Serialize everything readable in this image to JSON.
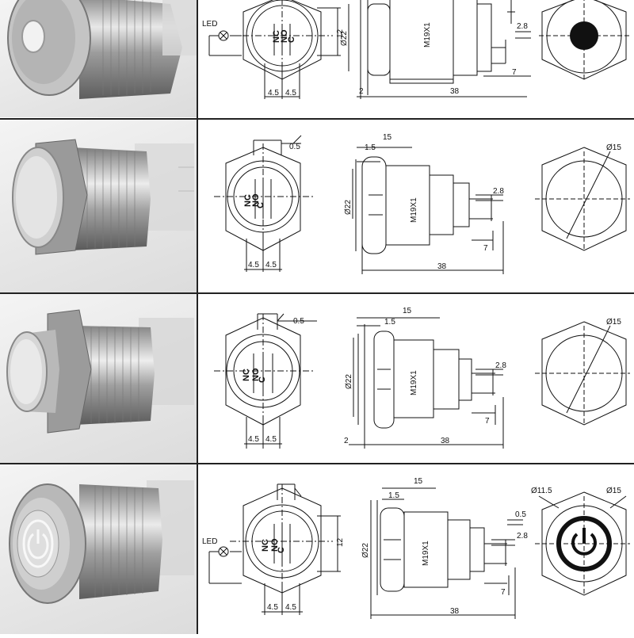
{
  "dims": {
    "phi22": "Ø22",
    "thread": "M19X1",
    "len38": "38",
    "d15": "15",
    "d1_5": "1.5",
    "d2_8": "2.8",
    "d7": "7",
    "d4_5": "4.5",
    "d0_5": "0.5",
    "d12": "12",
    "d2": "2",
    "phi15": "Ø15",
    "phi11_5": "Ø11.5"
  },
  "terminals": {
    "nc": "NC",
    "no": "NO",
    "c": "C"
  },
  "led_label": "LED",
  "rows": [
    {
      "variant": "ring-led"
    },
    {
      "variant": "flat-head"
    },
    {
      "variant": "high-head"
    },
    {
      "variant": "power-symbol-led"
    }
  ]
}
